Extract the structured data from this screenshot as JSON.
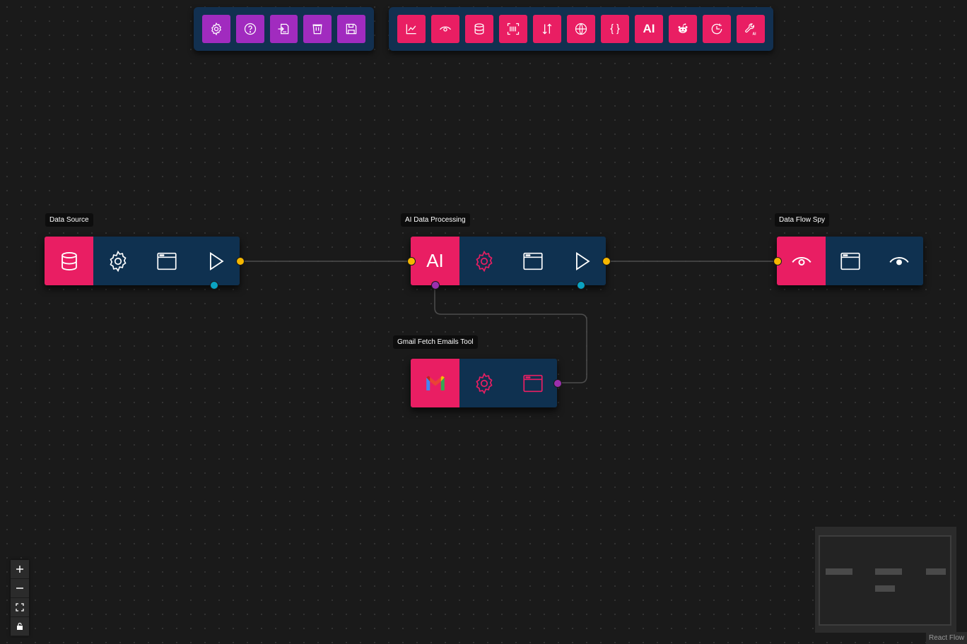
{
  "toolbar_left": {
    "buttons": [
      {
        "icon": "settings-icon",
        "color": "#a12bbf"
      },
      {
        "icon": "help-icon",
        "color": "#a12bbf"
      },
      {
        "icon": "import-icon",
        "color": "#a12bbf"
      },
      {
        "icon": "clear-icon",
        "color": "#a12bbf"
      },
      {
        "icon": "save-icon",
        "color": "#a12bbf"
      }
    ]
  },
  "toolbar_right": {
    "buttons": [
      {
        "icon": "chart-icon"
      },
      {
        "icon": "eye-icon"
      },
      {
        "icon": "database-icon"
      },
      {
        "icon": "barcode-scan-icon"
      },
      {
        "icon": "sort-arrows-icon"
      },
      {
        "icon": "www-icon"
      },
      {
        "icon": "json-braces-icon"
      },
      {
        "icon": "ai-icon",
        "label": "AI"
      },
      {
        "icon": "reddit-icon"
      },
      {
        "icon": "clock-history-icon"
      },
      {
        "icon": "ai-tool-wrench-icon"
      }
    ]
  },
  "nodes": {
    "data_source": {
      "label": "Data Source"
    },
    "ai_processing": {
      "label": "AI Data Processing",
      "main_label": "AI"
    },
    "data_flow_spy": {
      "label": "Data Flow Spy"
    },
    "gmail_tool": {
      "label": "Gmail Fetch Emails Tool"
    }
  },
  "colors": {
    "background": "#1a1a1a",
    "node_body": "#0f3150",
    "node_accent": "#e91e63",
    "toolbar_purple": "#a12bbf",
    "handle_yellow": "#f5b700",
    "handle_cyan": "#0aa3c2",
    "handle_purple": "#9b2fae"
  },
  "controls": {
    "items": [
      "zoom-in",
      "zoom-out",
      "fit-view",
      "lock"
    ]
  },
  "attribution": "React Flow"
}
